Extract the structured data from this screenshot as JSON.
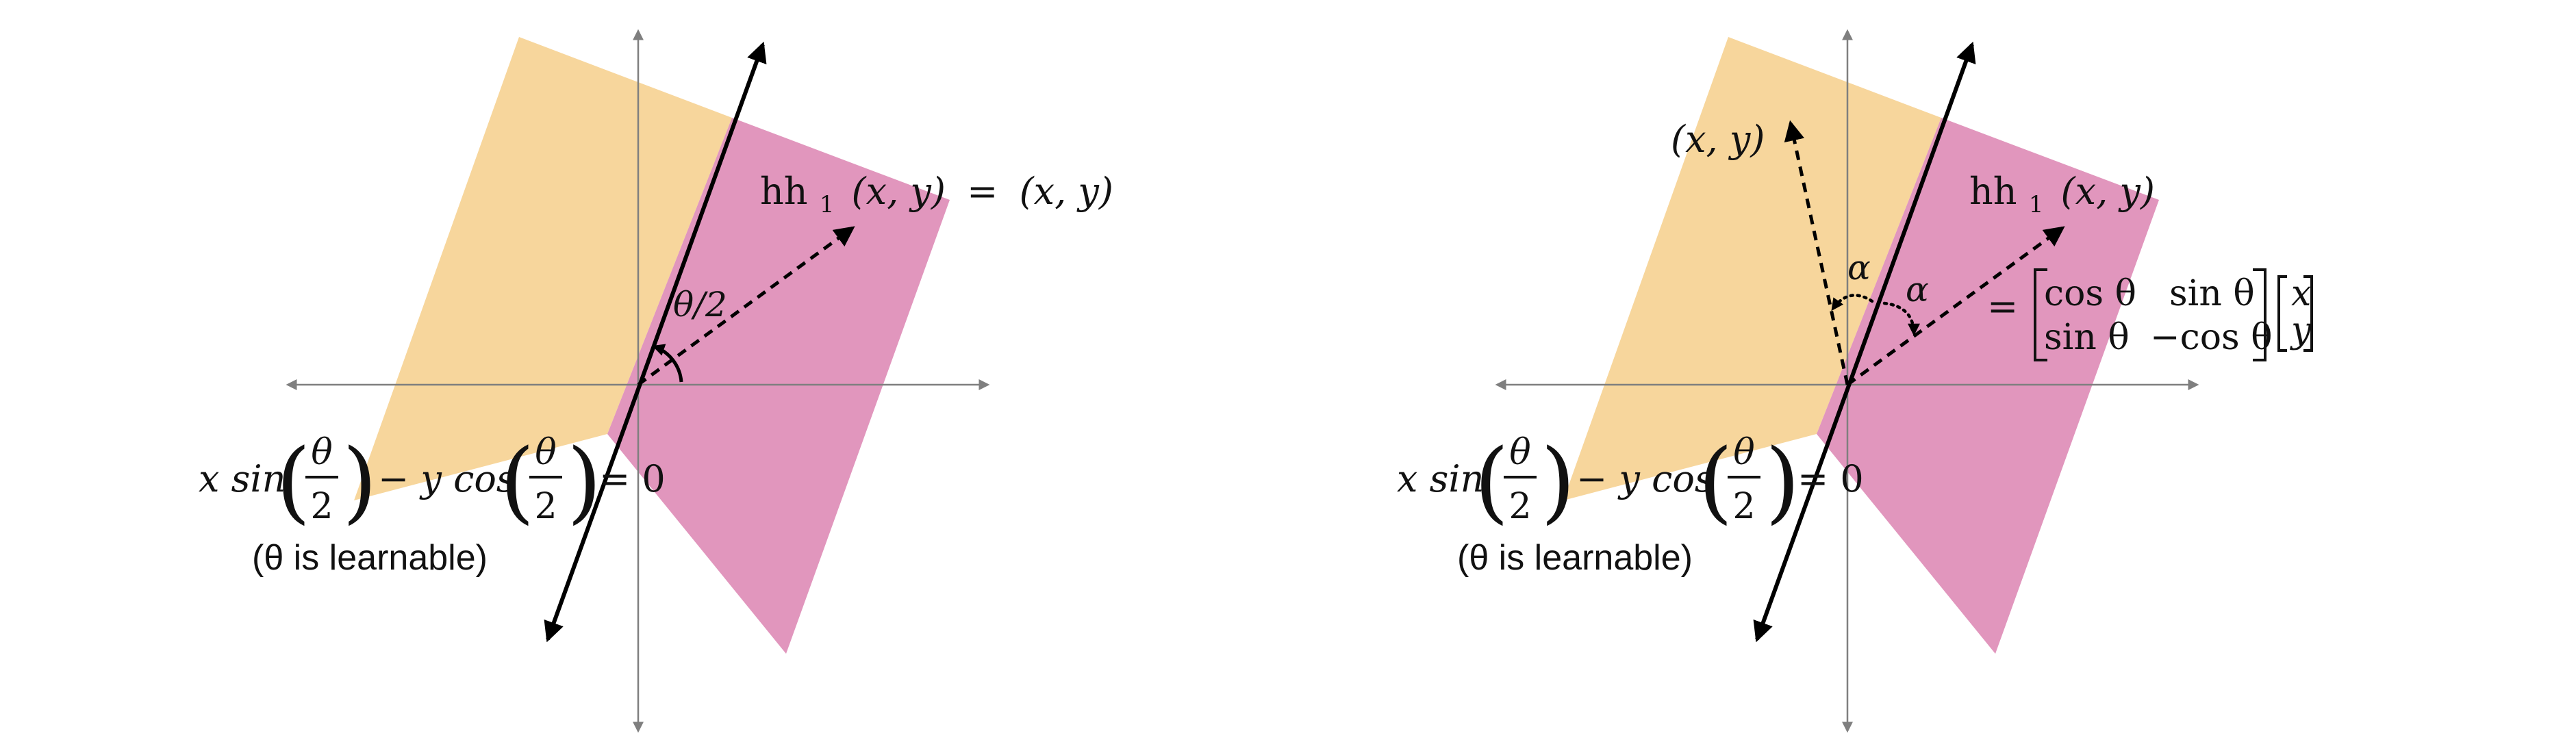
{
  "colors": {
    "orange_region": "#F7D69C",
    "pink_region": "#E196BD",
    "axis": "#7F7F7F",
    "line": "#000000",
    "text": "#111111"
  },
  "left_panel": {
    "map_label": {
      "func": "hh",
      "sub": "1",
      "arg": "(x, y)",
      "eq": "=",
      "value": "(x, y)"
    },
    "angle_label": "θ/2",
    "boundary_equation": {
      "t1": "x sin",
      "num1": "θ",
      "den1": "2",
      "t2": "− y cos",
      "num2": "θ",
      "den2": "2",
      "t3": "= 0"
    },
    "learnable_note": "(θ is learnable)"
  },
  "right_panel": {
    "input_point_label": "(x, y)",
    "map_label": {
      "func": "hh",
      "sub": "1",
      "arg": "(x, y)"
    },
    "angle_label_left": "α",
    "angle_label_right": "α",
    "matrix_equation": {
      "eq": "=",
      "m11": "cos θ",
      "m12": "sin θ",
      "m21": "sin θ",
      "m22": "−cos θ",
      "v1": "x",
      "v2": "y"
    },
    "boundary_equation": {
      "t1": "x sin",
      "num1": "θ",
      "den1": "2",
      "t2": "− y cos",
      "num2": "θ",
      "den2": "2",
      "t3": "= 0"
    },
    "learnable_note": "(θ is learnable)"
  }
}
